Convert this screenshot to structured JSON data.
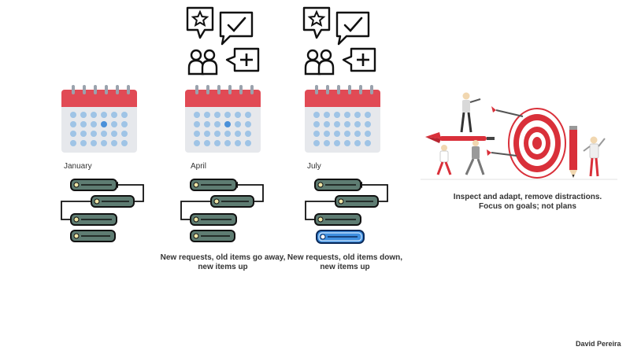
{
  "columns": [
    {
      "label": "January",
      "caption_line1": "",
      "caption_line2": ""
    },
    {
      "label": "April",
      "caption_line1": "New requests, old items go away,",
      "caption_line2": "new items up"
    },
    {
      "label": "July",
      "caption_line1": "New requests, old items down,",
      "caption_line2": "new items up"
    }
  ],
  "goals_caption_line1": "Inspect and adapt, remove distractions.",
  "goals_caption_line2": "Focus on goals; not plans",
  "author": "David Pereira",
  "colors": {
    "calendar_red": "#e14a55",
    "calendar_body": "#e6e8ec",
    "dot": "#9fc4e6",
    "dot_today": "#4a90d9",
    "backlog_item": "#5e7c72",
    "backlog_highlight": "#3e8fe0",
    "target_red": "#d9303a"
  },
  "icons": [
    "star-chat-icon",
    "check-chat-icon",
    "people-icon",
    "plus-chat-icon"
  ]
}
